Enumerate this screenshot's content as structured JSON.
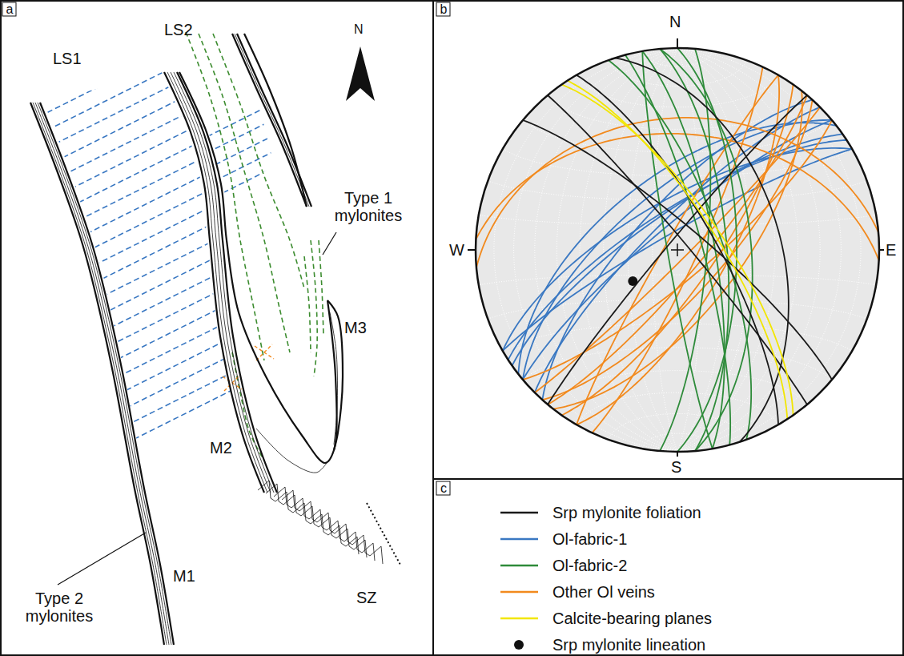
{
  "diagram": {
    "labels": [
      "a",
      "N",
      "LS1",
      "LS2",
      "Type 1 mylonites",
      "M3",
      "M2",
      "M1",
      "Type 2 mylonites",
      "SZ",
      "b",
      "N",
      "W",
      "E",
      "S",
      "c"
    ],
    "legend": [
      {
        "text": "Srp mylonite foliation"
      },
      {
        "text": "Ol-fabric-1"
      },
      {
        "text": "Ol-fabric-2"
      },
      {
        "text": "Other Ol veins"
      },
      {
        "text": "Calcite-bearing planes"
      },
      {
        "text": "Srp mylonite lineation"
      }
    ]
  }
}
